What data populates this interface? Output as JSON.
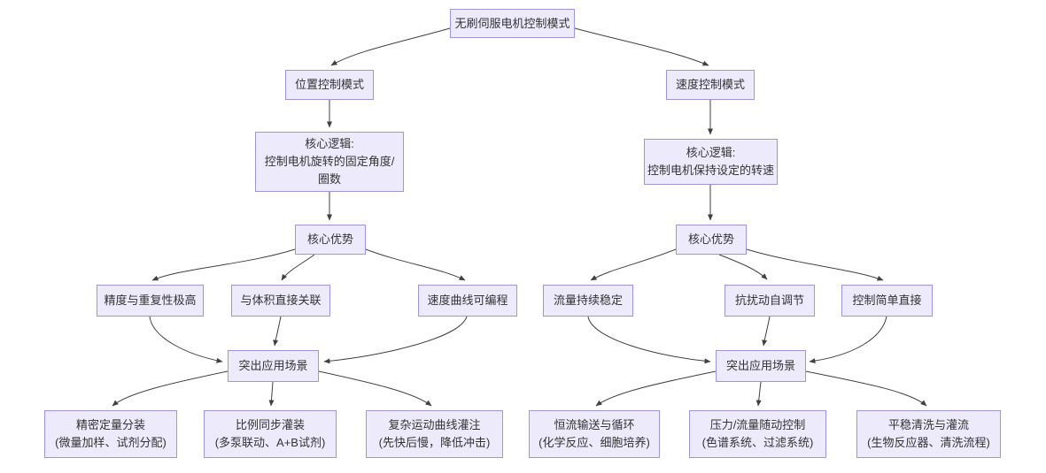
{
  "colors": {
    "node_fill": "#edebfb",
    "node_border": "#a294da",
    "text": "#333333",
    "connector": "#404040",
    "background": "#ffffff"
  },
  "root": {
    "label": "无刷伺服电机控制模式"
  },
  "branches": [
    {
      "mode_label": "位置控制模式",
      "logic_line1": "核心逻辑:",
      "logic_line2": "控制电机旋转的固定角度/",
      "logic_line3": "圈数",
      "advantages_header": "核心优势",
      "advantages": [
        {
          "label": "精度与重复性极高"
        },
        {
          "label": "与体积直接关联"
        },
        {
          "label": "速度曲线可编程"
        }
      ],
      "scenarios_header": "突出应用场景",
      "applications": [
        {
          "title": "精密定量分装",
          "subtitle": "(微量加样、试剂分配)"
        },
        {
          "title": "比例同步灌装",
          "subtitle": "(多泵联动、A+B试剂)"
        },
        {
          "title": "复杂运动曲线灌注",
          "subtitle": "(先快后慢，降低冲击)"
        }
      ]
    },
    {
      "mode_label": "速度控制模式",
      "logic_line1": "核心逻辑:",
      "logic_line2": "控制电机保持设定的转速",
      "advantages_header": "核心优势",
      "advantages": [
        {
          "label": "流量持续稳定"
        },
        {
          "label": "抗扰动自调节"
        },
        {
          "label": "控制简单直接"
        }
      ],
      "scenarios_header": "突出应用场景",
      "applications": [
        {
          "title": "恒流输送与循环",
          "subtitle": "(化学反应、细胞培养)"
        },
        {
          "title": "压力/流量随动控制",
          "subtitle": "(色谱系统、过滤系统)"
        },
        {
          "title": "平稳清洗与灌流",
          "subtitle": "(生物反应器、清洗流程)"
        }
      ]
    }
  ]
}
